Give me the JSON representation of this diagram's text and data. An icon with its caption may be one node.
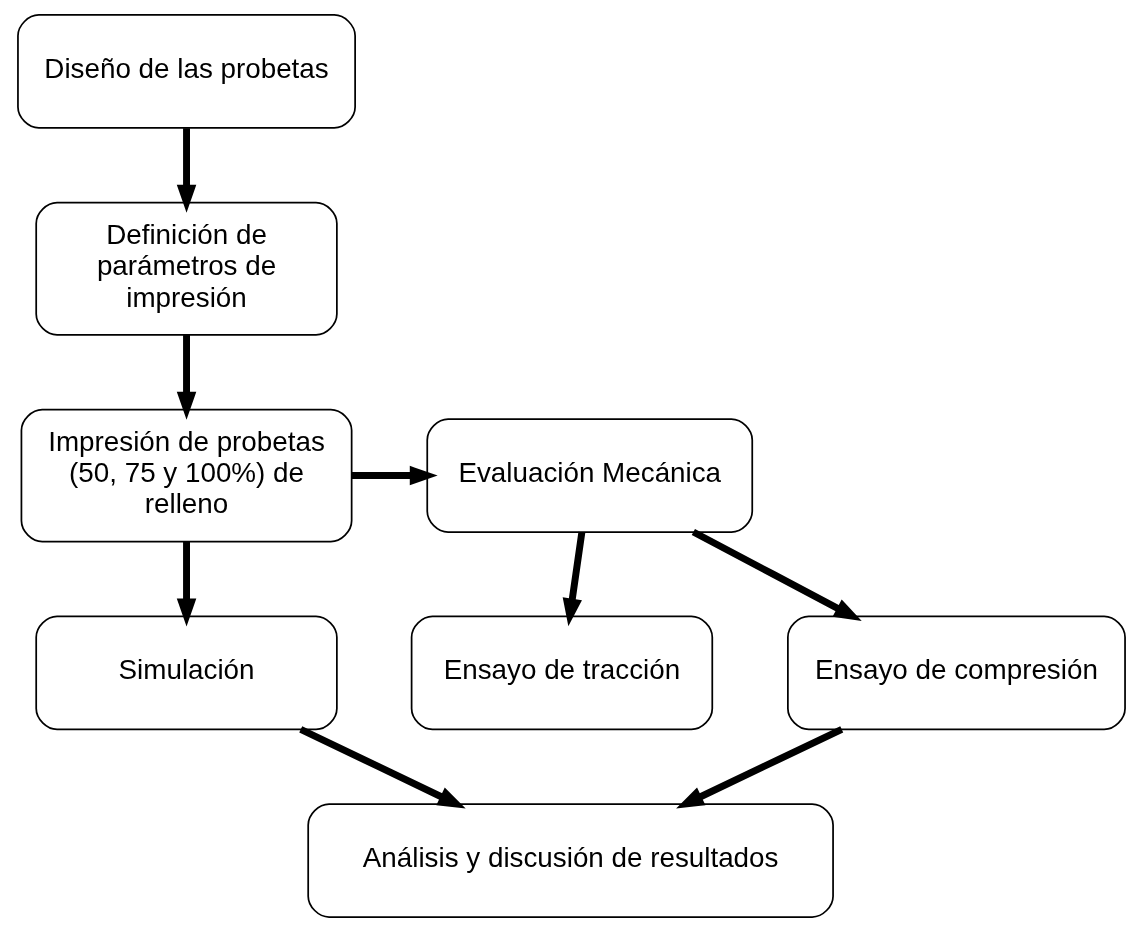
{
  "diagram": {
    "nodes": [
      {
        "text": [
          "Diseño de las probetas"
        ]
      },
      {
        "text": [
          "Definición de parámetros de impresión"
        ]
      },
      {
        "text": [
          "Impresión de probetas (50, 75 y 100%) de relleno"
        ]
      },
      {
        "text": [
          "Evaluación Mecánica"
        ]
      },
      {
        "text": [
          "Simulación"
        ]
      },
      {
        "text": [
          "Ensayo de tracción"
        ]
      },
      {
        "text": [
          "Ensayo de compresión"
        ]
      },
      {
        "text": [
          "Análisis y discusión de resultados"
        ]
      }
    ],
    "edges": [
      {
        "from": 0,
        "to": 1,
        "arrow": "to"
      },
      {
        "from": 1,
        "to": 2,
        "arrow": "to"
      },
      {
        "from": 2,
        "to": 3,
        "arrow": "to"
      },
      {
        "from": 2,
        "to": 4,
        "arrow": "to"
      },
      {
        "from": 3,
        "to": 5,
        "arrow": "to"
      },
      {
        "from": 3,
        "to": 6,
        "arrow": "to"
      },
      {
        "from": 4,
        "to": 7,
        "arrow": "to"
      },
      {
        "from": 6,
        "to": 7,
        "arrow": "to"
      }
    ]
  }
}
